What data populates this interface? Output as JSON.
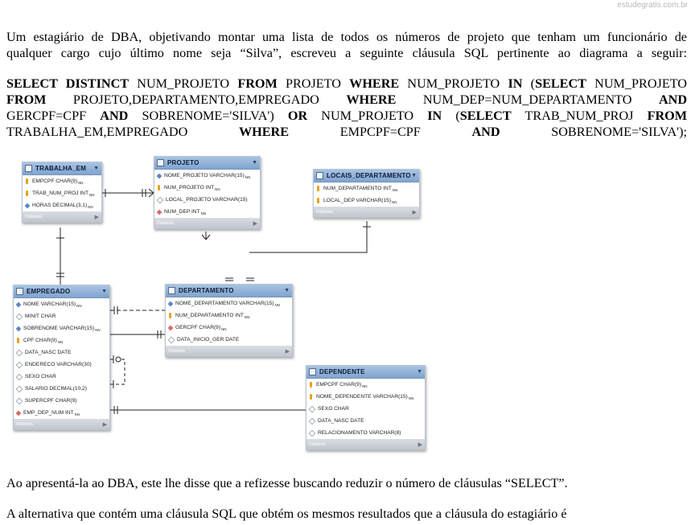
{
  "watermark": "estudegratis.com.br",
  "question": {
    "intro_line1": "Um estagiário de DBA, objetivando montar uma lista de todos os números de projeto que tenham um funcionário de",
    "intro_line2": "qualquer cargo cujo último nome seja “Silva”, escreveu a seguinte cláusula SQL pertinente ao diagrama a seguir:",
    "after_question_line1": "Ao apresentá-la ao DBA, este lhe disse que a refizesse buscando reduzir o número de cláusulas “SELECT”.",
    "after_question_line2": "A alternativa que contém uma cláusula SQL que obtém os mesmos resultados que a cláusula do estagiário é"
  },
  "sql": {
    "k_select": "SELECT DISTINCT",
    "t1": " NUM_PROJETO ",
    "k_from": "FROM",
    "t2": " PROJETO ",
    "k_where": "WHERE",
    "t3": " NUM_PROJETO ",
    "k_in": "IN",
    "t4": " (",
    "k_select2": "SELECT",
    "t5": " NUM_PROJETO",
    "k_from2": "FROM",
    "t6": " PROJETO,DEPARTAMENTO,EMPREGADO ",
    "k_where2": "WHERE",
    "t7": " NUM_DEP=NUM_DEPARTAMENTO ",
    "k_and": "AND",
    "t8": "GERCPF=CPF ",
    "k_and2": "AND",
    "t9": " SOBRENOME='SILVA') ",
    "k_or": "OR",
    "t10": " NUM_PROJETO ",
    "k_in2": "IN",
    "t11": " (",
    "k_select3": "SELECT",
    "t12": " TRAB_NUM_PROJ ",
    "k_from3": "FROM",
    "t13": "TRABALHA_EM,EMPREGADO ",
    "k_where3": "WHERE",
    "t14": " EMPCPF=CPF ",
    "k_and3": "AND",
    "t15": " SOBRENOME='SILVA');"
  },
  "diagram": {
    "footer_label": "Indexes",
    "tables": {
      "trabalha_em": {
        "name": "TRABALHA_EM",
        "rows": [
          {
            "icon": "key",
            "label": "EMPCPF CHAR(9)",
            "nn": "NN"
          },
          {
            "icon": "key",
            "label": "TRAB_NUM_PROJ INT",
            "nn": "NN"
          },
          {
            "icon": "dia",
            "label": "HORAS DECIMAL(3,1)",
            "nn": "NN"
          }
        ]
      },
      "projeto": {
        "name": "PROJETO",
        "rows": [
          {
            "icon": "dia",
            "label": "NOME_PROJETO VARCHAR(15)",
            "nn": "NN"
          },
          {
            "icon": "key",
            "label": "NUM_PROJETO INT",
            "nn": "NN"
          },
          {
            "icon": "hol",
            "label": "LOCAL_PROJETO VARCHAR(15)",
            "nn": ""
          },
          {
            "icon": "red",
            "label": "NUM_DEP INT",
            "nn": "NN"
          }
        ]
      },
      "locais_departamento": {
        "name": "LOCAIS_DEPARTAMENTO",
        "rows": [
          {
            "icon": "key",
            "label": "NUM_DEPARTAMENTO INT",
            "nn": "NN"
          },
          {
            "icon": "key",
            "label": "LOCAL_DEP VARCHAR(15)",
            "nn": "NN"
          }
        ]
      },
      "empregado": {
        "name": "EMPREGADO",
        "rows": [
          {
            "icon": "dia",
            "label": "NOME VARCHAR(15)",
            "nn": "NN"
          },
          {
            "icon": "hol",
            "label": "MINIT CHAR",
            "nn": ""
          },
          {
            "icon": "dia",
            "label": "SOBRENOME VARCHAR(15)",
            "nn": "NN"
          },
          {
            "icon": "key",
            "label": "CPF CHAR(9)",
            "nn": "NN"
          },
          {
            "icon": "hol",
            "label": "DATA_NASC DATE",
            "nn": ""
          },
          {
            "icon": "hol",
            "label": "ENDERECO VARCHAR(30)",
            "nn": ""
          },
          {
            "icon": "hol",
            "label": "SEXO CHAR",
            "nn": ""
          },
          {
            "icon": "hol",
            "label": "SALARIO DECIMAL(10,2)",
            "nn": ""
          },
          {
            "icon": "hol",
            "label": "SUPERCPF CHAR(9)",
            "nn": ""
          },
          {
            "icon": "red",
            "label": "EMP_DEP_NUM INT",
            "nn": "NN"
          }
        ]
      },
      "departamento": {
        "name": "DEPARTAMENTO",
        "rows": [
          {
            "icon": "dia",
            "label": "NOME_DEPARTAMENTO VARCHAR(15)",
            "nn": "NN"
          },
          {
            "icon": "key",
            "label": "NUM_DEPARTAMENTO INT",
            "nn": "NN"
          },
          {
            "icon": "red",
            "label": "GERCPF CHAR(9)",
            "nn": "NN"
          },
          {
            "icon": "hol",
            "label": "DATA_INICIO_GER DATE",
            "nn": ""
          }
        ]
      },
      "dependente": {
        "name": "DEPENDENTE",
        "rows": [
          {
            "icon": "key",
            "label": "EMPCPF CHAR(9)",
            "nn": "NN"
          },
          {
            "icon": "key",
            "label": "NOME_DEPENDENTE VARCHAR(15)",
            "nn": "NN"
          },
          {
            "icon": "hol",
            "label": "SEXO CHAR",
            "nn": ""
          },
          {
            "icon": "hol",
            "label": "DATA_NASC DATE",
            "nn": ""
          },
          {
            "icon": "hol",
            "label": "RELACIONAMENTO VARCHAR(8)",
            "nn": ""
          }
        ]
      }
    }
  }
}
